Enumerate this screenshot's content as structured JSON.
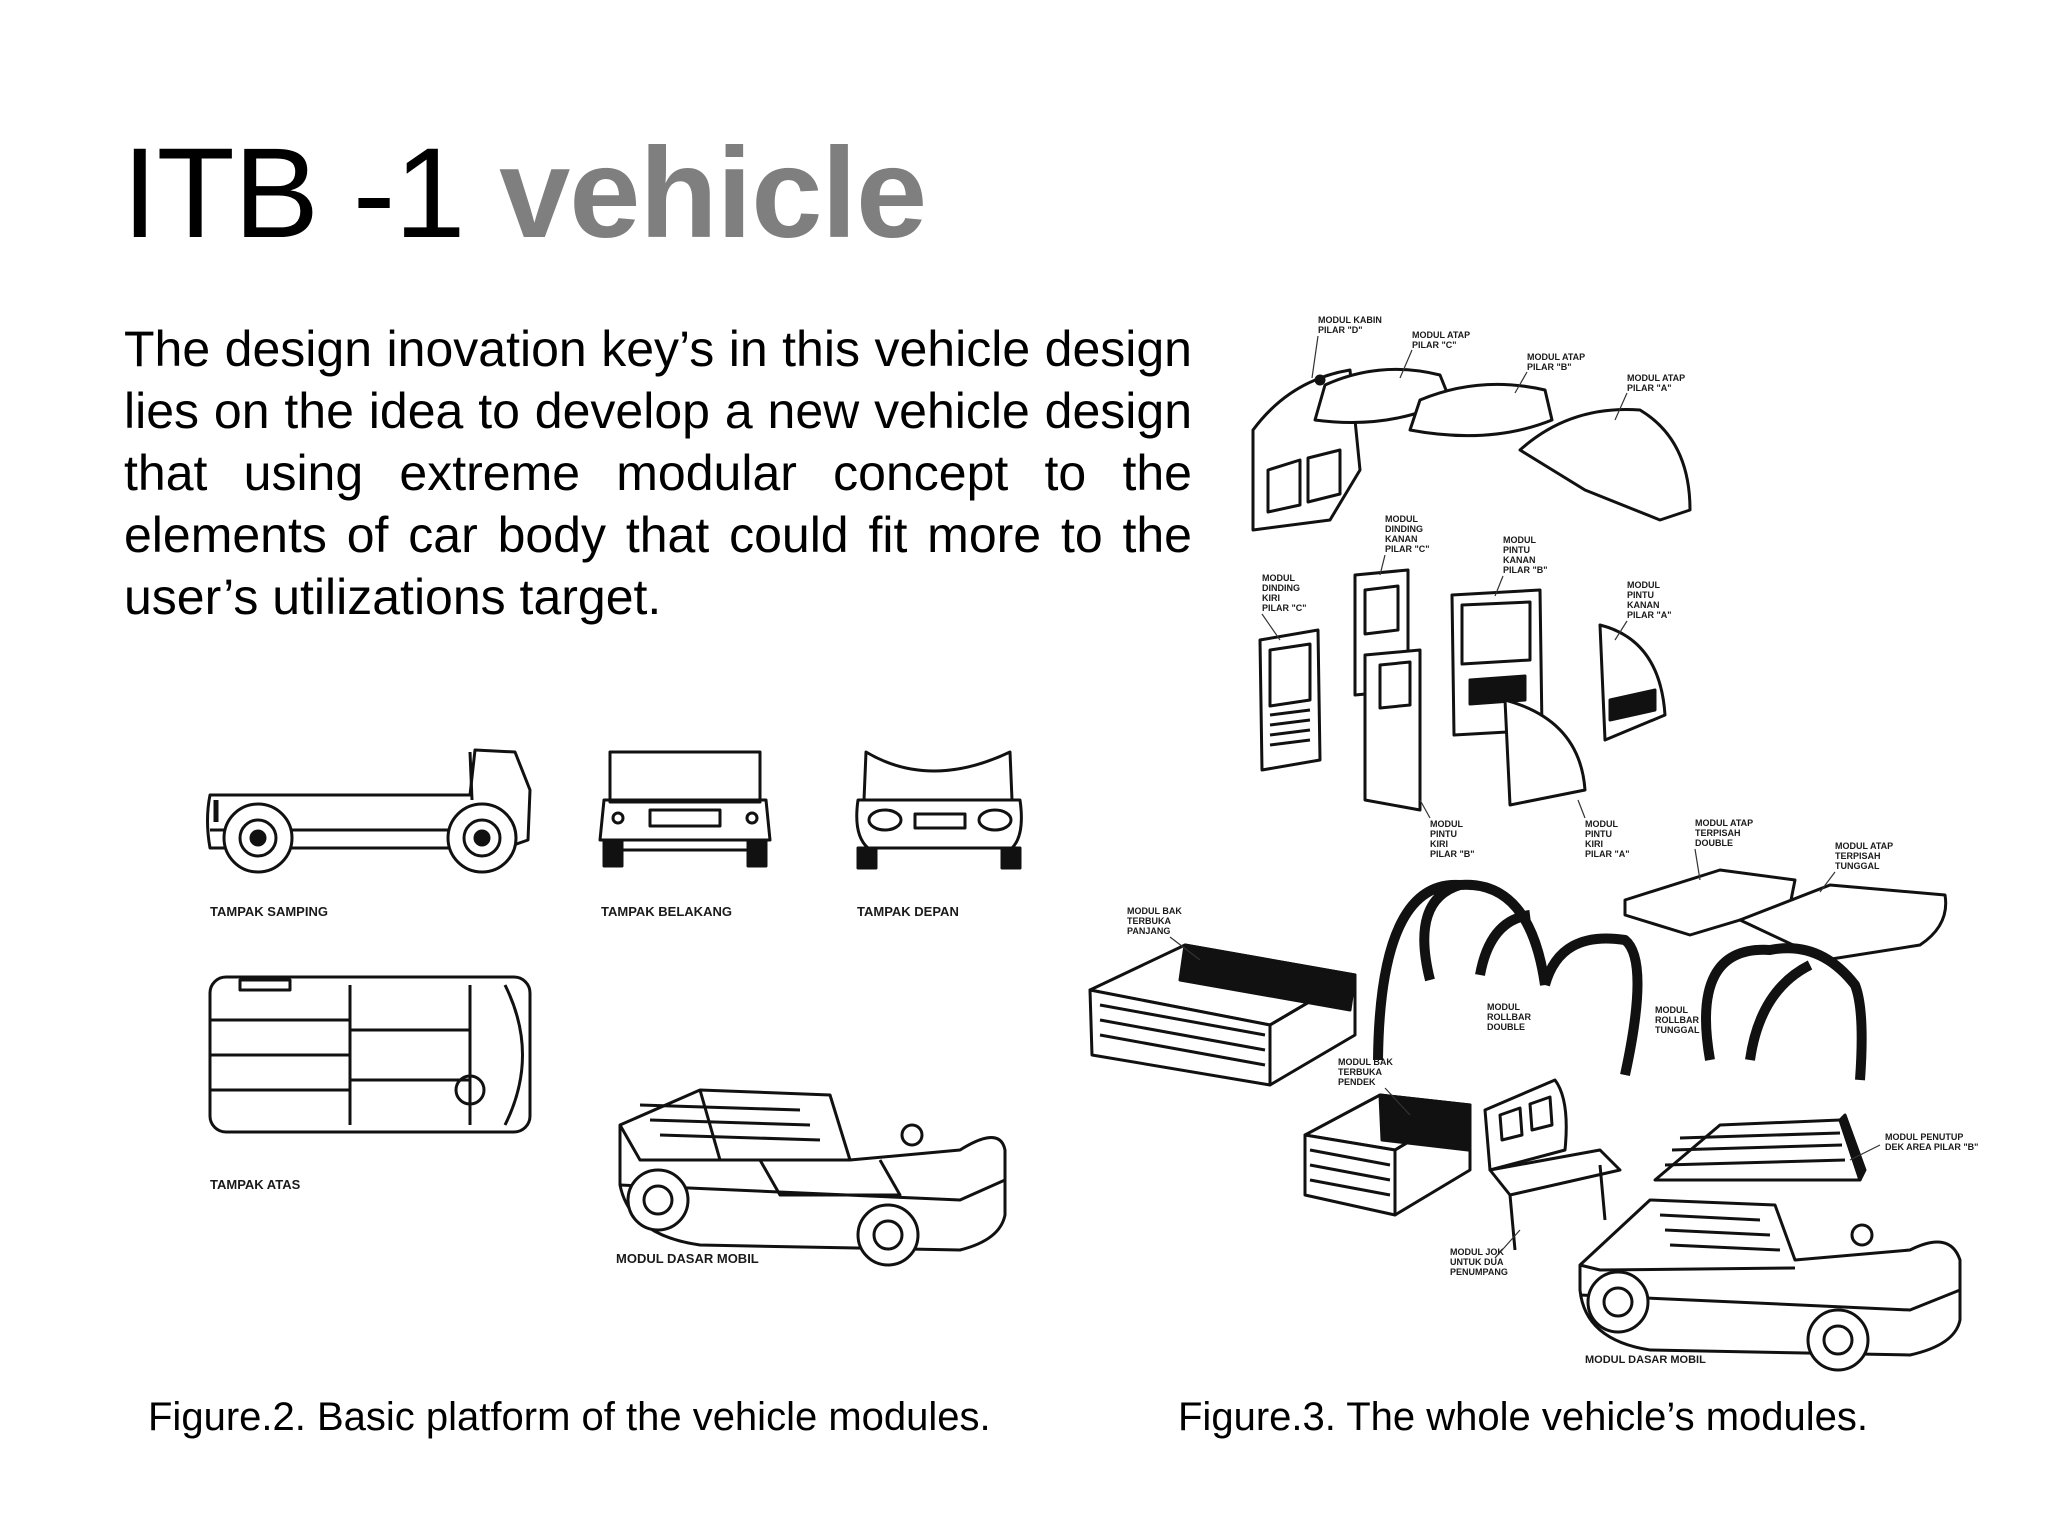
{
  "slide": {
    "title_plain": "ITB -1",
    "title_accent": "vehicle",
    "body": "The design inovation key’s in this vehicle design lies on the idea to develop a new vehicle design that using extreme modular concept to the elements of car body that could fit more to the user’s utilizations target."
  },
  "figure2": {
    "caption": "Figure.2. Basic platform of the vehicle modules.",
    "labels": {
      "side": "TAMPAK SAMPING",
      "rear": "TAMPAK BELAKANG",
      "front": "TAMPAK DEPAN",
      "top": "TAMPAK  ATAS",
      "base": "MODUL DASAR MOBIL"
    }
  },
  "figure3": {
    "caption": "Figure.3. The whole vehicle’s modules.",
    "labels": {
      "kabin_d": [
        "MODUL KABIN",
        "PILAR \"D\""
      ],
      "atap_c": [
        "MODUL ATAP",
        "PILAR \"C\""
      ],
      "atap_b": [
        "MODUL ATAP",
        "PILAR \"B\""
      ],
      "atap_a": [
        "MODUL ATAP",
        "PILAR \"A\""
      ],
      "dinding_kanan_c": [
        "MODUL",
        "DINDING",
        "KANAN",
        "PILAR \"C\""
      ],
      "pintu_kanan_b": [
        "MODUL",
        "PINTU",
        "KANAN",
        "PILAR \"B\""
      ],
      "dinding_kiri_c": [
        "MODUL",
        "DINDING",
        "KIRI",
        "PILAR \"C\""
      ],
      "pintu_kanan_a": [
        "MODUL",
        "PINTU",
        "KANAN",
        "PILAR \"A\""
      ],
      "pintu_kiri_b": [
        "MODUL",
        "PINTU",
        "KIRI",
        "PILAR \"B\""
      ],
      "pintu_kiri_a": [
        "MODUL",
        "PINTU",
        "KIRI",
        "PILAR \"A\""
      ],
      "atap_double": [
        "MODUL ATAP",
        "TERPISAH",
        "DOUBLE"
      ],
      "atap_tunggal": [
        "MODUL ATAP",
        "TERPISAH",
        "TUNGGAL"
      ],
      "bak_panjang": [
        "MODUL BAK",
        "TERBUKA",
        "PANJANG"
      ],
      "rollbar_double": [
        "MODUL",
        "ROLLBAR",
        "DOUBLE"
      ],
      "rollbar_tunggal": [
        "MODUL",
        "ROLLBAR",
        "TUNGGAL"
      ],
      "bak_pendek": [
        "MODUL BAK",
        "TERBUKA",
        "PENDEK"
      ],
      "penutup": [
        "MODUL PENUTUP",
        "DEK AREA PILAR \"B\""
      ],
      "jok": [
        "MODUL JOK",
        "UNTUK DUA",
        "PENUMPANG"
      ],
      "dasar": [
        "MODUL DASAR MOBIL"
      ]
    }
  }
}
